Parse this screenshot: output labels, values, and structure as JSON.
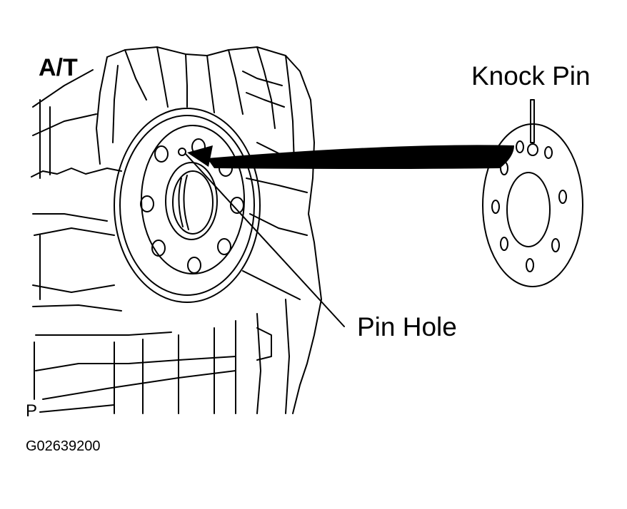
{
  "labels": {
    "transmission": "A/T",
    "knock_pin": "Knock Pin",
    "pin_hole": "Pin Hole",
    "p_mark": "P",
    "figure_code": "G02639200"
  },
  "colors": {
    "ink": "#000000",
    "paper": "#ffffff"
  }
}
